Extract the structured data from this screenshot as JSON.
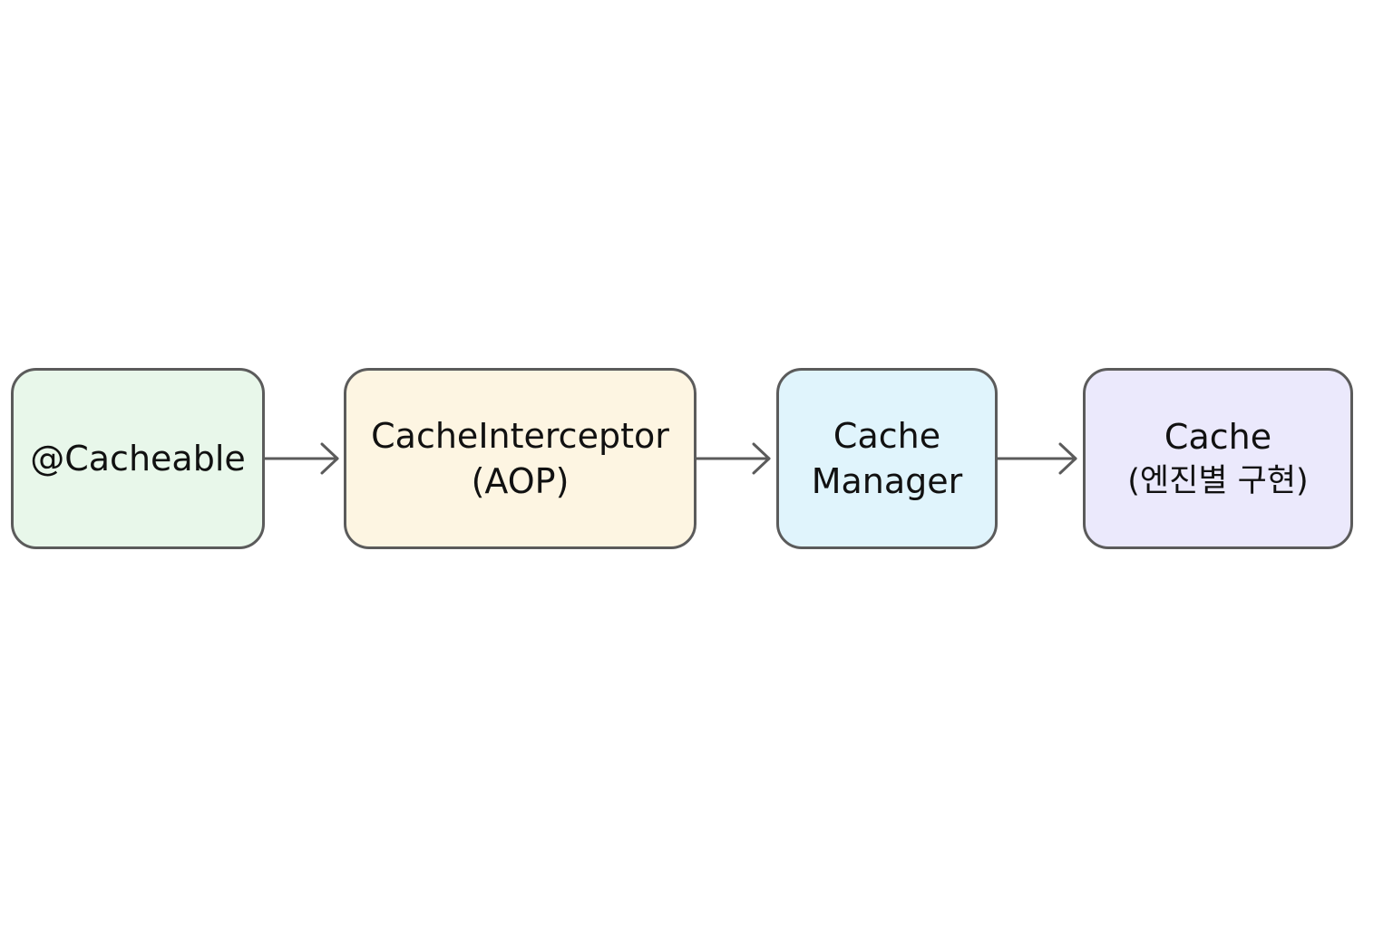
{
  "diagram": {
    "nodes": [
      {
        "id": "cacheable",
        "lines": [
          "@Cacheable"
        ],
        "fill": "#e8f7ea"
      },
      {
        "id": "interceptor",
        "lines": [
          "CacheInterceptor",
          "(AOP)"
        ],
        "fill": "#fdf5e2"
      },
      {
        "id": "manager",
        "lines": [
          "Cache",
          "Manager"
        ],
        "fill": "#e0f4fc"
      },
      {
        "id": "cache",
        "lines": [
          "Cache",
          "(엔진별 구현)"
        ],
        "fill": "#ebe9fc"
      }
    ],
    "edges": [
      {
        "from": "cacheable",
        "to": "interceptor"
      },
      {
        "from": "interceptor",
        "to": "manager"
      },
      {
        "from": "manager",
        "to": "cache"
      }
    ],
    "stroke_color": "#5b5b5b"
  }
}
